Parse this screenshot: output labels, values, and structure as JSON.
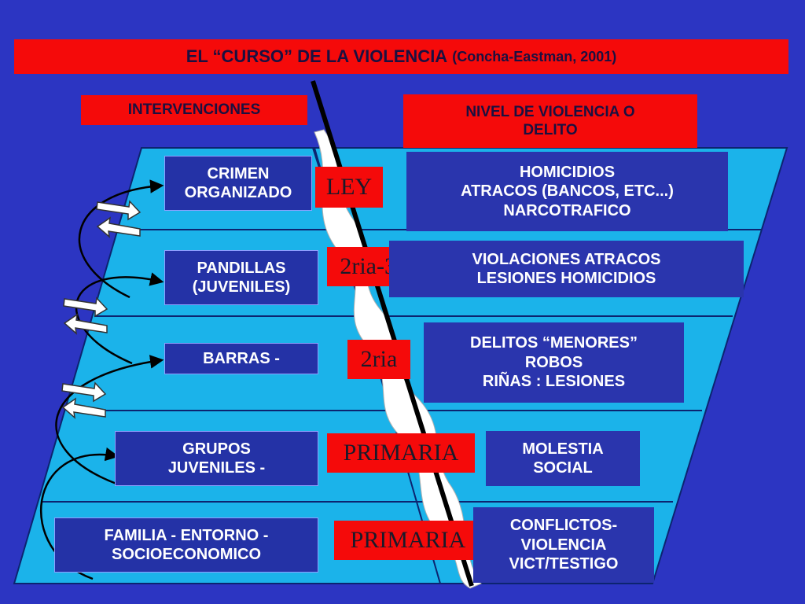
{
  "title": {
    "main": "EL “CURSO” DE LA VIOLENCIA",
    "citation": "(Concha-Eastman, 2001)"
  },
  "headers": {
    "interventions": "INTERVENCIONES",
    "violence_level": [
      "NIVEL DE VIOLENCIA O",
      "DELITO"
    ]
  },
  "levels": [
    {
      "intervention": [
        "CRIMEN",
        "ORGANIZADO"
      ],
      "prevention": "LEY",
      "crimes": [
        "HOMICIDIOS",
        "ATRACOS (BANCOS, ETC...)",
        "NARCOTRAFICO"
      ]
    },
    {
      "intervention": [
        "PANDILLAS",
        "(JUVENILES)"
      ],
      "prevention": "2ria-3ria",
      "crimes": [
        "VIOLACIONES  ATRACOS",
        "LESIONES    HOMICIDIOS"
      ]
    },
    {
      "intervention": [
        "BARRAS -"
      ],
      "prevention": "2ria",
      "crimes": [
        "DELITOS “MENORES”",
        "ROBOS",
        "RIÑAS : LESIONES"
      ]
    },
    {
      "intervention": [
        "GRUPOS",
        "JUVENILES -"
      ],
      "prevention": "PRIMARIA",
      "crimes": [
        "MOLESTIA",
        "SOCIAL"
      ]
    },
    {
      "intervention": [
        "FAMILIA - ENTORNO -",
        "SOCIOECONOMICO"
      ],
      "prevention": "PRIMARIA",
      "crimes": [
        "CONFLICTOS-",
        "VIOLENCIA",
        "VICT/TESTIGO"
      ]
    }
  ]
}
